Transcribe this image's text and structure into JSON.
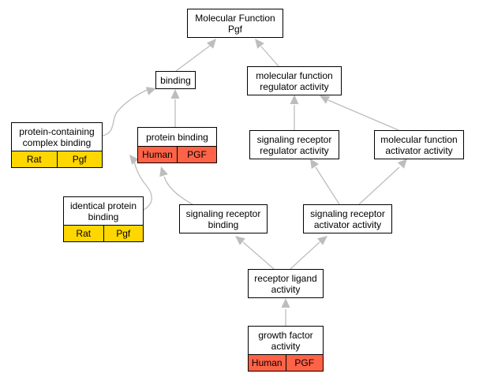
{
  "diagram": {
    "colors": {
      "edge": "#bdbdbd",
      "rat": "#ffd700",
      "human": "#ff6347"
    },
    "nodes": {
      "mf_root": {
        "label": "Molecular Function\nPgf"
      },
      "binding": {
        "label": "binding"
      },
      "mf_reg": {
        "label": "molecular function\nregulator activity"
      },
      "pcb": {
        "label": "protein-containing\ncomplex binding",
        "species": "Rat",
        "gene": "Pgf"
      },
      "protein_binding": {
        "label": "protein binding",
        "species": "Human",
        "gene": "PGF"
      },
      "srra": {
        "label": "signaling receptor\nregulator activity"
      },
      "mfaa": {
        "label": "molecular function\nactivator activity"
      },
      "ipb": {
        "label": "identical protein\nbinding",
        "species": "Rat",
        "gene": "Pgf"
      },
      "srb": {
        "label": "signaling receptor\nbinding"
      },
      "sraa": {
        "label": "signaling receptor\nactivator activity"
      },
      "rla": {
        "label": "receptor ligand\nactivity"
      },
      "gfa": {
        "label": "growth factor\nactivity",
        "species": "Human",
        "gene": "PGF"
      }
    }
  }
}
